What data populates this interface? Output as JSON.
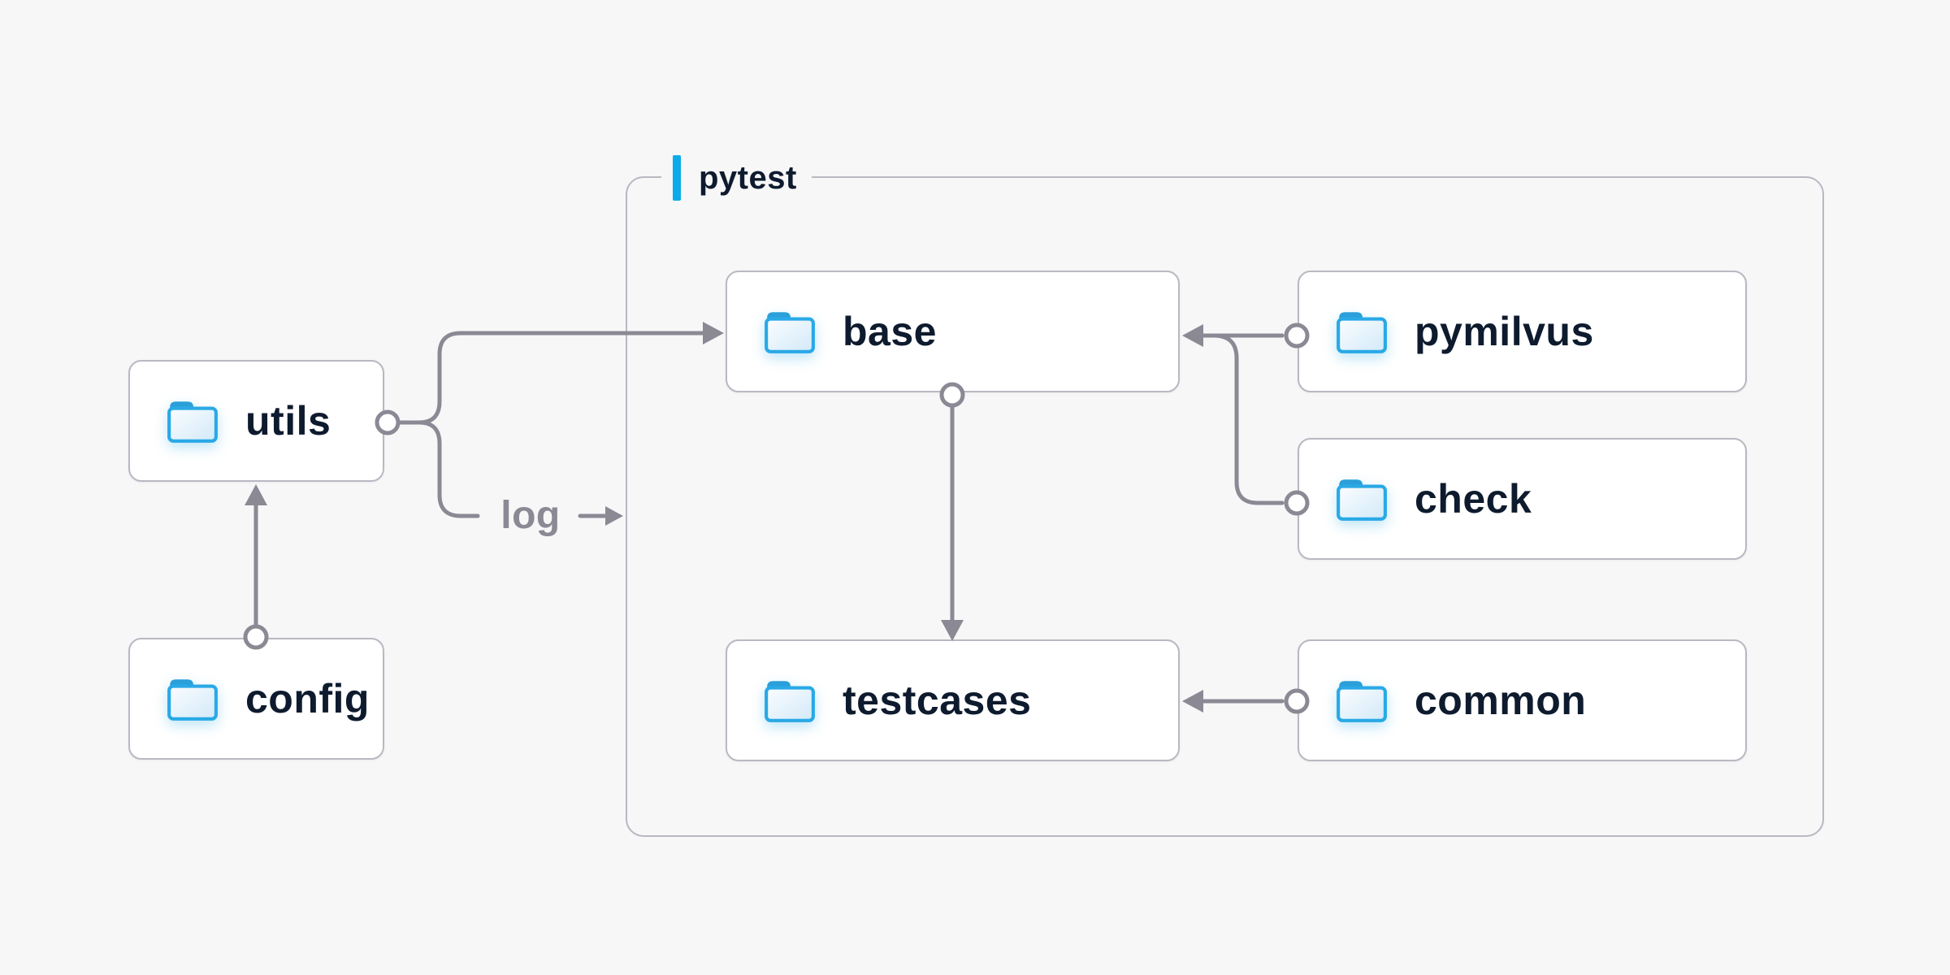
{
  "page": {
    "background_color": "#f7f7f8",
    "accent_color": "#0caceb",
    "line_color": "#8a8994",
    "box_border_color": "#b9b8c2",
    "text_color": "#0e1b2e",
    "folder_icon_color": "#29a9e6"
  },
  "container": {
    "label": "pytest"
  },
  "nodes": {
    "utils": {
      "label": "utils",
      "icon": "folder-icon"
    },
    "config": {
      "label": "config",
      "icon": "folder-icon"
    },
    "base": {
      "label": "base",
      "icon": "folder-icon"
    },
    "pymilvus": {
      "label": "pymilvus",
      "icon": "folder-icon"
    },
    "check": {
      "label": "check",
      "icon": "folder-icon"
    },
    "testcases": {
      "label": "testcases",
      "icon": "folder-icon"
    },
    "common": {
      "label": "common",
      "icon": "folder-icon"
    }
  },
  "edges": {
    "log_label": "log",
    "connections": [
      {
        "from": "config",
        "to": "utils",
        "type": "arrow"
      },
      {
        "from": "utils",
        "to": "base",
        "type": "arrow"
      },
      {
        "from": "utils",
        "to": "pytest-container",
        "type": "labeled-arrow",
        "label": "log"
      },
      {
        "from": "base",
        "to": "testcases",
        "type": "arrow"
      },
      {
        "from": "pymilvus",
        "to": "base",
        "type": "arrow"
      },
      {
        "from": "check",
        "to": "base",
        "type": "arrow"
      },
      {
        "from": "common",
        "to": "testcases",
        "type": "arrow"
      }
    ]
  }
}
